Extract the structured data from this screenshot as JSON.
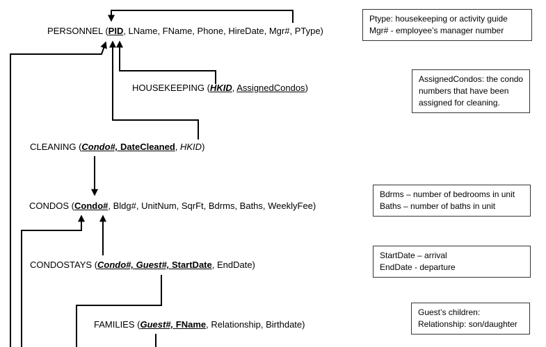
{
  "relations": [
    {
      "name": "PERSONNEL",
      "segments": [
        {
          "t": "PERSONNEL (",
          "s": "n"
        },
        {
          "t": "PID",
          "s": "bu"
        },
        {
          "t": ", LName, FName, Phone, HireDate, Mgr#, PType)",
          "s": "n"
        }
      ]
    },
    {
      "name": "HOUSEKEEPING",
      "segments": [
        {
          "t": "HOUSEKEEPING (",
          "s": "n"
        },
        {
          "t": "HKID",
          "s": "biu"
        },
        {
          "t": ", ",
          "s": "n"
        },
        {
          "t": "AssignedCondos",
          "s": "u"
        },
        {
          "t": ")",
          "s": "n"
        }
      ]
    },
    {
      "name": "CLEANING",
      "segments": [
        {
          "t": "CLEANING (",
          "s": "n"
        },
        {
          "t": "Condo#, ",
          "s": "biu"
        },
        {
          "t": "DateCleaned",
          "s": "bu"
        },
        {
          "t": ", ",
          "s": "n"
        },
        {
          "t": "HKID",
          "s": "i"
        },
        {
          "t": ")",
          "s": "n"
        }
      ]
    },
    {
      "name": "CONDOS",
      "segments": [
        {
          "t": "CONDOS (",
          "s": "n"
        },
        {
          "t": "Condo#",
          "s": "bu"
        },
        {
          "t": ", Bldg#, UnitNum, SqrFt, Bdrms, Baths, WeeklyFee)",
          "s": "n"
        }
      ]
    },
    {
      "name": "CONDOSTAYS",
      "segments": [
        {
          "t": "CONDOSTAYS (",
          "s": "n"
        },
        {
          "t": "Condo#, Guest#, ",
          "s": "biu"
        },
        {
          "t": "StartDate",
          "s": "bu"
        },
        {
          "t": ", EndDate)",
          "s": "n"
        }
      ]
    },
    {
      "name": "FAMILIES",
      "segments": [
        {
          "t": "FAMILIES (",
          "s": "n"
        },
        {
          "t": "Guest#, ",
          "s": "biu"
        },
        {
          "t": "FName",
          "s": "bu"
        },
        {
          "t": ", Relationship, Birthdate)",
          "s": "n"
        }
      ]
    }
  ],
  "notes": [
    {
      "lines": [
        "Ptype: housekeeping or activity guide",
        "Mgr# - employee’s manager number"
      ]
    },
    {
      "lines": [
        "AssignedCondos: the condo",
        "numbers that have been",
        "assigned for cleaning."
      ]
    },
    {
      "lines": [
        "Bdrms – number of bedrooms in unit",
        "Baths – number of baths in unit"
      ]
    },
    {
      "lines": [
        "StartDate – arrival",
        "EndDate - departure"
      ]
    },
    {
      "lines": [
        "Guest’s children:",
        "Relationship: son/daughter"
      ]
    }
  ],
  "connections": [
    {
      "from": "PERSONNEL.Mgr#",
      "to": "PERSONNEL.PID"
    },
    {
      "from": "offscreen-bottom-left",
      "to": "PERSONNEL.PID"
    },
    {
      "from": "CLEANING.HKID",
      "to": "PERSONNEL.PID"
    },
    {
      "from": "HOUSEKEEPING.HKID",
      "to": "PERSONNEL.PID"
    },
    {
      "from": "CLEANING.Condo#",
      "to": "CONDOS.Condo#"
    },
    {
      "from": "CONDOSTAYS.Condo#",
      "to": "CONDOS.Condo#"
    },
    {
      "from": "offscreen-bottom",
      "to": "CONDOS.Condo#"
    },
    {
      "from": "CONDOSTAYS.Guest#",
      "to": "offscreen-bottom"
    },
    {
      "from": "FAMILIES.Guest#",
      "to": "offscreen-bottom"
    }
  ],
  "colors": {
    "ink": "#000000",
    "box_border": "#333333",
    "background": "#ffffff"
  }
}
